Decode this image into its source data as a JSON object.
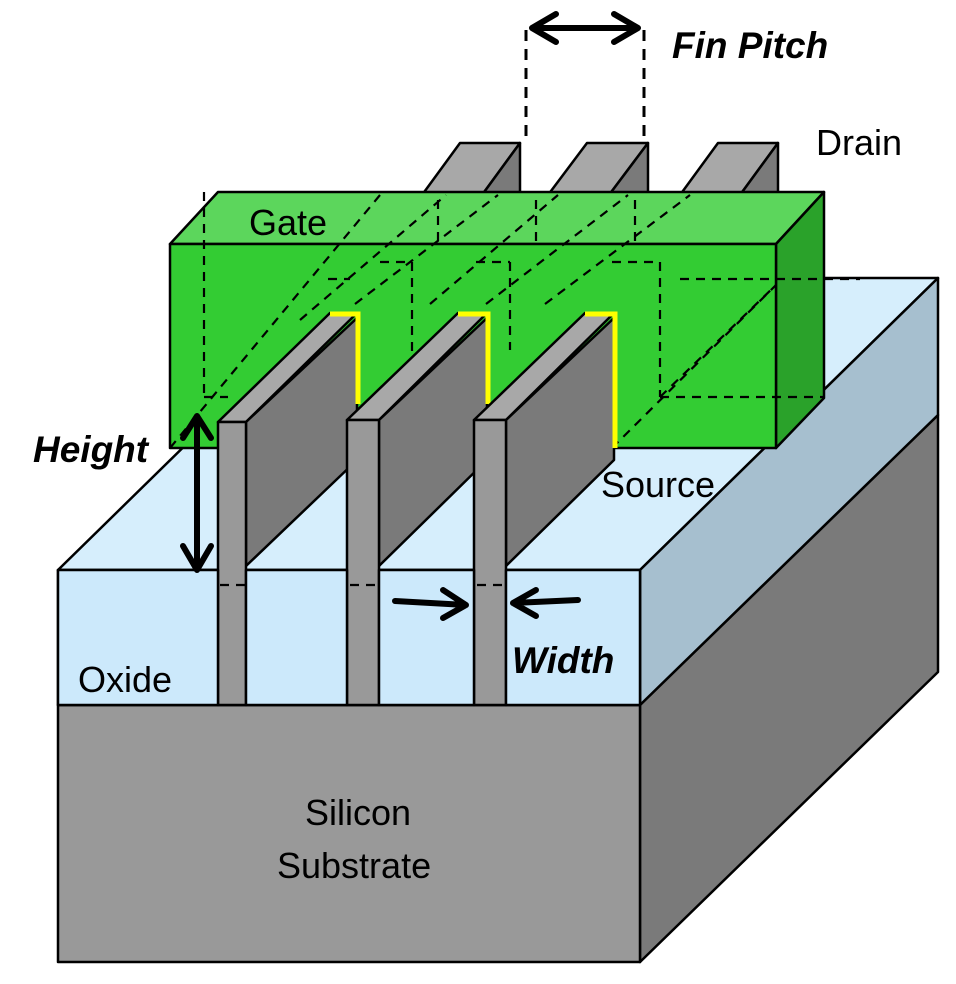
{
  "diagram": {
    "title": "FinFET structure",
    "labels": {
      "fin_pitch": "Fin Pitch",
      "drain": "Drain",
      "gate": "Gate",
      "height": "Height",
      "source": "Source",
      "oxide": "Oxide",
      "width": "Width",
      "substrate_line1": "Silicon",
      "substrate_line2": "Substrate"
    },
    "fin_count": 3,
    "colors": {
      "gate_front": "#33cc33",
      "gate_top": "#5cd65c",
      "gate_side": "#2aa22a",
      "oxide_front": "#cce9fb",
      "oxide_top": "#d6eefc",
      "oxide_side": "#a6bfcf",
      "substrate_front": "#999999",
      "substrate_side": "#7a7a7a",
      "fin_top": "#a8a8a8",
      "fin_side": "#7a7a7a",
      "fin_front": "#999999",
      "channel_highlight": "#ffff00"
    }
  }
}
